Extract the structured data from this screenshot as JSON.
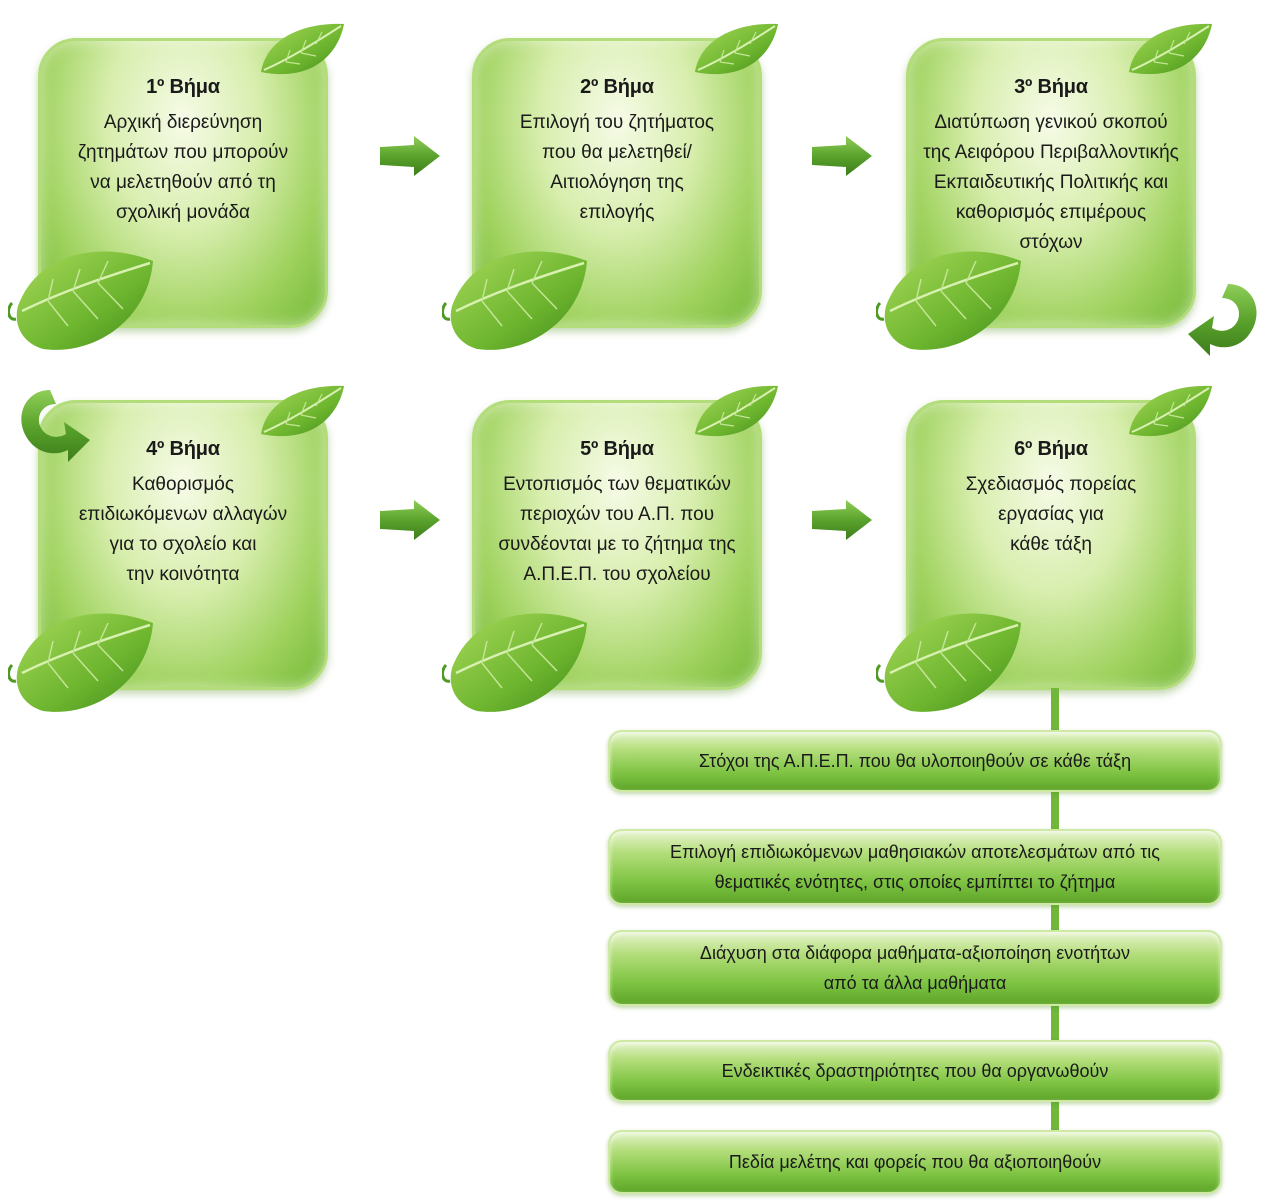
{
  "steps": [
    {
      "title": "1º Βήμα",
      "text": "Αρχική διερεύνηση\nζητημάτων που μπορούν\nνα μελετηθούν από τη\nσχολική μονάδα"
    },
    {
      "title": "2º Βήμα",
      "text": "Επιλογή του ζητήματος\nπου θα μελετηθεί/\nΑιτιολόγηση της\nεπιλογής"
    },
    {
      "title": "3º Βήμα",
      "text": "Διατύπωση γενικού σκοπού\nτης Αειφόρου Περιβαλλοντικής\nΕκπαιδευτικής Πολιτικής και\nκαθορισμός επιμέρους\nστόχων"
    },
    {
      "title": "4º Βήμα",
      "text": "Καθορισμός\nεπιδιωκόμενων αλλαγών\nγια το σχολείο και\nτην κοινότητα"
    },
    {
      "title": "5º Βήμα",
      "text": "Εντοπισμός των θεματικών\nπεριοχών του Α.Π. που\nσυνδέονται με το ζήτημα της\nΑ.Π.Ε.Π. του σχολείου"
    },
    {
      "title": "6º Βήμα",
      "text": "Σχεδιασμός πορείας\nεργασίας για\nκάθε τάξη"
    }
  ],
  "sub_items": [
    "Στόχοι της Α.Π.Ε.Π. που θα υλοποιηθούν σε κάθε τάξη",
    "Επιλογή επιδιωκόμενων μαθησιακών αποτελεσμάτων από τις\nθεματικές ενότητες, στις οποίες εμπίπτει το ζήτημα",
    "Διάχυση στα διάφορα μαθήματα-αξιοποίηση ενοτήτων\nαπό τα άλλα μαθήματα",
    "Ενδεικτικές δραστηριότητες που θα οργανωθούν",
    "Πεδία μελέτης και φορείς που θα αξιοποιηθούν"
  ],
  "colors": {
    "arrow": "#5fa831",
    "box_border": "#b3dd7a",
    "connector": "#72b63b"
  }
}
